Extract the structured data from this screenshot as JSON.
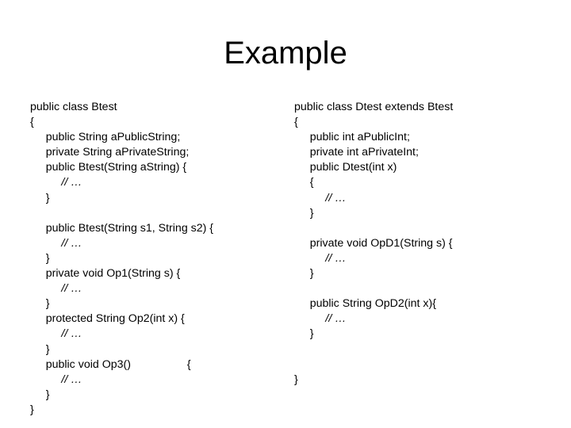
{
  "slide": {
    "title": "Example",
    "background_color": "#ffffff",
    "text_color": "#000000"
  },
  "left_column": {
    "name": "Btest class source listing",
    "lines": [
      "public class Btest",
      "{",
      "     public String aPublicString;",
      "     private String aPrivateString;",
      "     public Btest(String aString) {",
      "          // …",
      "     }",
      "",
      "     public Btest(String s1, String s2) {",
      "          // …",
      "     }",
      "     private void Op1(String s) {",
      "          // …",
      "     }",
      "     protected String Op2(int x) {",
      "          // …",
      "     }",
      "     public void Op3()                  {",
      "          // …",
      "     }",
      "}"
    ]
  },
  "right_column": {
    "name": "Dtest class source listing",
    "lines": [
      "public class Dtest extends Btest",
      "{",
      "     public int aPublicInt;",
      "     private int aPrivateInt;",
      "     public Dtest(int x)",
      "     {",
      "          // …",
      "     }",
      "",
      "     private void OpD1(String s) {",
      "          // …",
      "     }",
      "",
      "     public String OpD2(int x){",
      "          // …",
      "     }",
      "",
      "",
      "}"
    ]
  }
}
